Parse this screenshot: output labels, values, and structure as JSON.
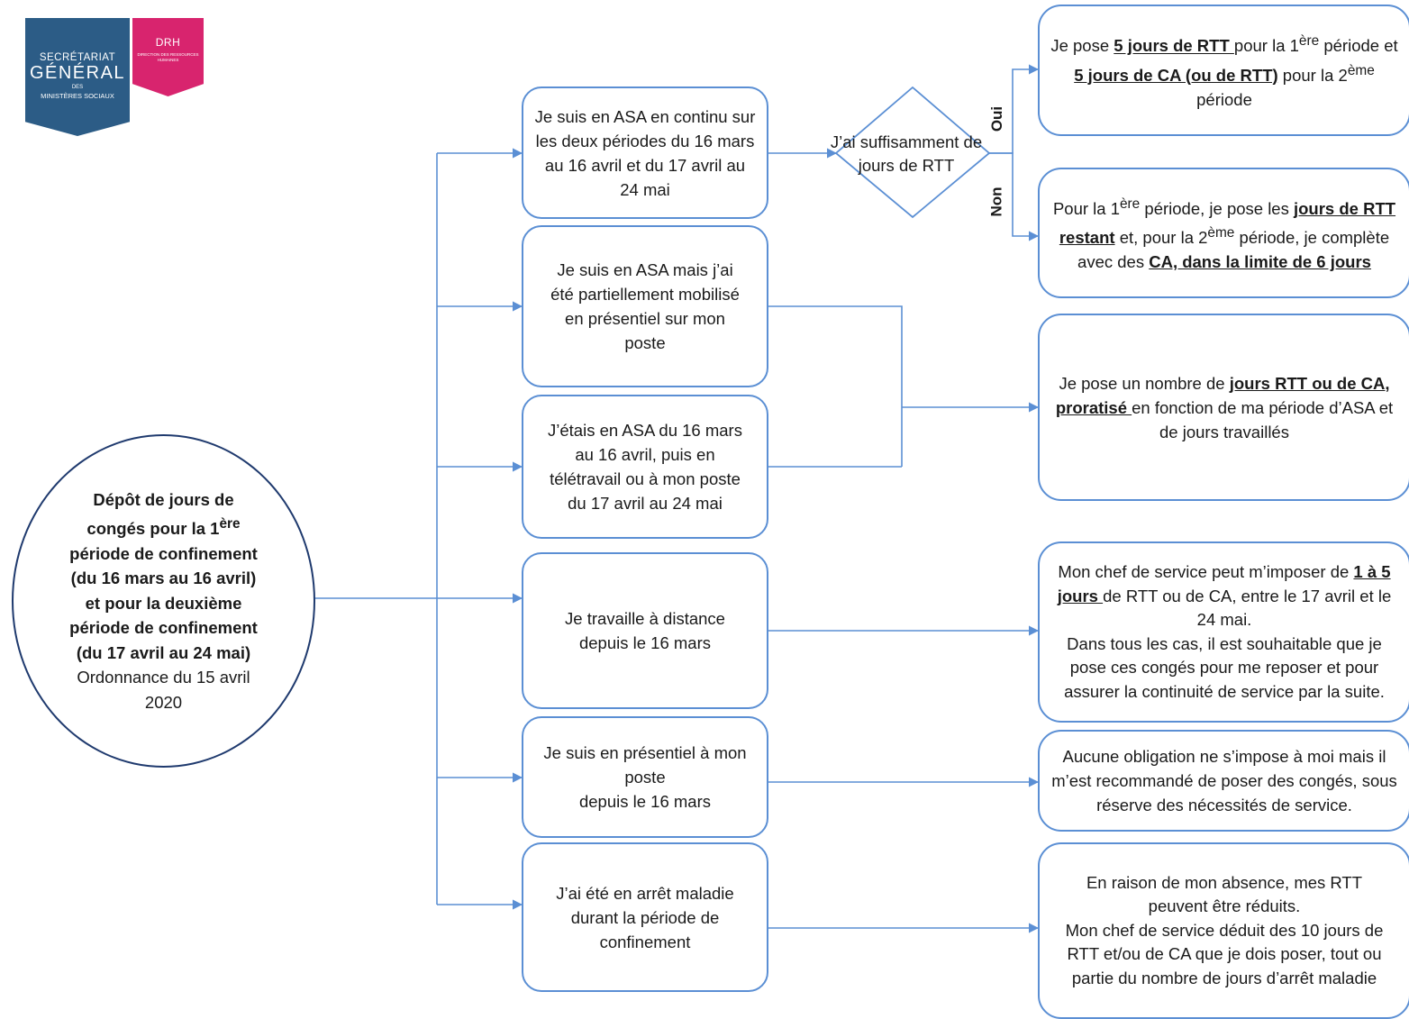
{
  "logo": {
    "sg_line1": "SECRÉTARIAT",
    "sg_line2": "GÉNÉRAL",
    "sg_line3": "DES",
    "sg_line4": "MINISTÈRES SOCIAUX",
    "drh_title": "DRH",
    "drh_subtitle": "DIRECTION DES RESSOURCES HUMAINES",
    "colors": {
      "sg": "#2c5c86",
      "drh": "#d8246e"
    }
  },
  "root": {
    "bold_before": "Dépôt de jours de congés pour la 1",
    "bold_sup": "ère",
    "bold_after": " période de confinement (du 16 mars au 16 avril) et pour la deuxième période de confinement (du 17 avril au 24 mai)",
    "plain": "Ordonnance du 15 avril 2020"
  },
  "situations": {
    "asa_continu": "Je suis en ASA en continu sur les deux périodes du 16 mars au 16 avril et du 17 avril au 24 mai",
    "asa_partiel": "Je suis en ASA mais j’ai été partiellement mobilisé en présentiel sur mon poste",
    "asa_puis_teletravail": "J’étais en ASA du 16 mars au 16 avril, puis en télétravail ou à mon poste du 17 avril au 24 mai",
    "distance": "Je travaille à distance depuis le 16 mars",
    "presentiel_line1": "Je suis en présentiel à mon poste",
    "presentiel_line2": "depuis le 16 mars",
    "maladie": "J’ai été en arrêt maladie durant la période de confinement"
  },
  "decision": {
    "label": "J’ai suffisamment de jours de RTT",
    "yes": "Oui",
    "no": "Non"
  },
  "outcomes": {
    "oui": {
      "t1": "Je pose ",
      "b1": "5 jours de RTT ",
      "t2": "pour la 1",
      "s1": "ère",
      "t3": " période et ",
      "b2": "5 jours de CA (ou de RTT)",
      "t4": " pour la 2",
      "s2": "ème",
      "t5": " période"
    },
    "non": {
      "t1": "Pour la 1",
      "s1": "ère",
      "t2": " période, je pose les ",
      "b1": "jours de RTT restant",
      "t3": " et, pour la 2",
      "s2": "ème",
      "t4": " période, je complète avec des ",
      "b2": "CA, dans la limite de 6 jours"
    },
    "prorata": {
      "t1": "Je pose un nombre de ",
      "b1": "jours RTT ou de CA, proratisé ",
      "t2": "en fonction de ma période d’ASA et de jours travaillés"
    },
    "distance": {
      "t1": "Mon chef de service peut m’imposer de ",
      "b1": "1 à 5 jours ",
      "t2": "de RTT ou de CA, entre le 17 avril et le 24 mai.",
      "t3": "Dans tous les cas, il est souhaitable que je pose ces congés pour me reposer et pour assurer la continuité de service par la suite."
    },
    "presentiel": "Aucune obligation ne s’impose à moi mais il m’est recommandé de poser des congés, sous réserve des nécessités de service.",
    "maladie": {
      "t1": "En raison de mon absence, mes RTT peuvent être réduits.",
      "t2": "Mon chef de service déduit des 10 jours de RTT et/ou de CA que je dois poser, tout ou partie du nombre de jours d’arrêt maladie"
    }
  },
  "colors": {
    "connector": "#5b8fd4",
    "root_border": "#1f3a6e"
  }
}
